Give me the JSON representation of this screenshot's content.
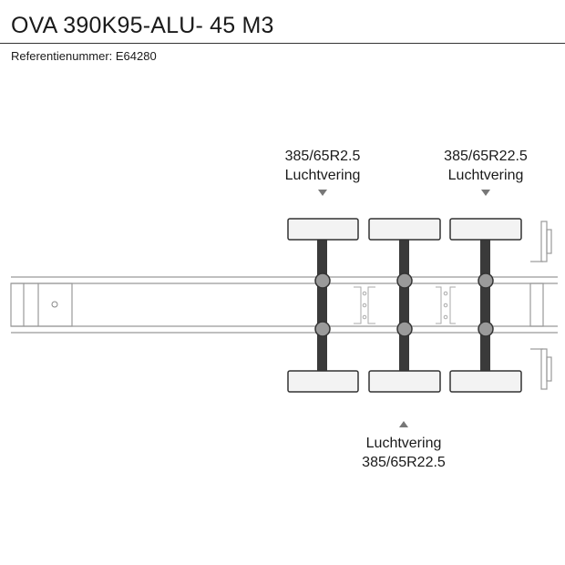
{
  "header": {
    "title": "OVA 390K95-ALU- 45 M3",
    "reference": "Referentienummer: E64280"
  },
  "axles": [
    {
      "tire": "385/65R2.5",
      "suspension": "Luchtvering"
    },
    {
      "tire": "385/65R22.5",
      "suspension": "Luchtvering"
    },
    {
      "tire": "385/65R22.5",
      "suspension": "Luchtvering"
    }
  ],
  "bottom_label": {
    "suspension": "Luchtvering",
    "tire": "385/65R22.5"
  },
  "colors": {
    "frame_stroke": "#999999",
    "wheel_fill": "#f3f3f3",
    "wheel_stroke": "#333333",
    "axle_fill": "#3a3a3a",
    "arrow": "#777777"
  }
}
